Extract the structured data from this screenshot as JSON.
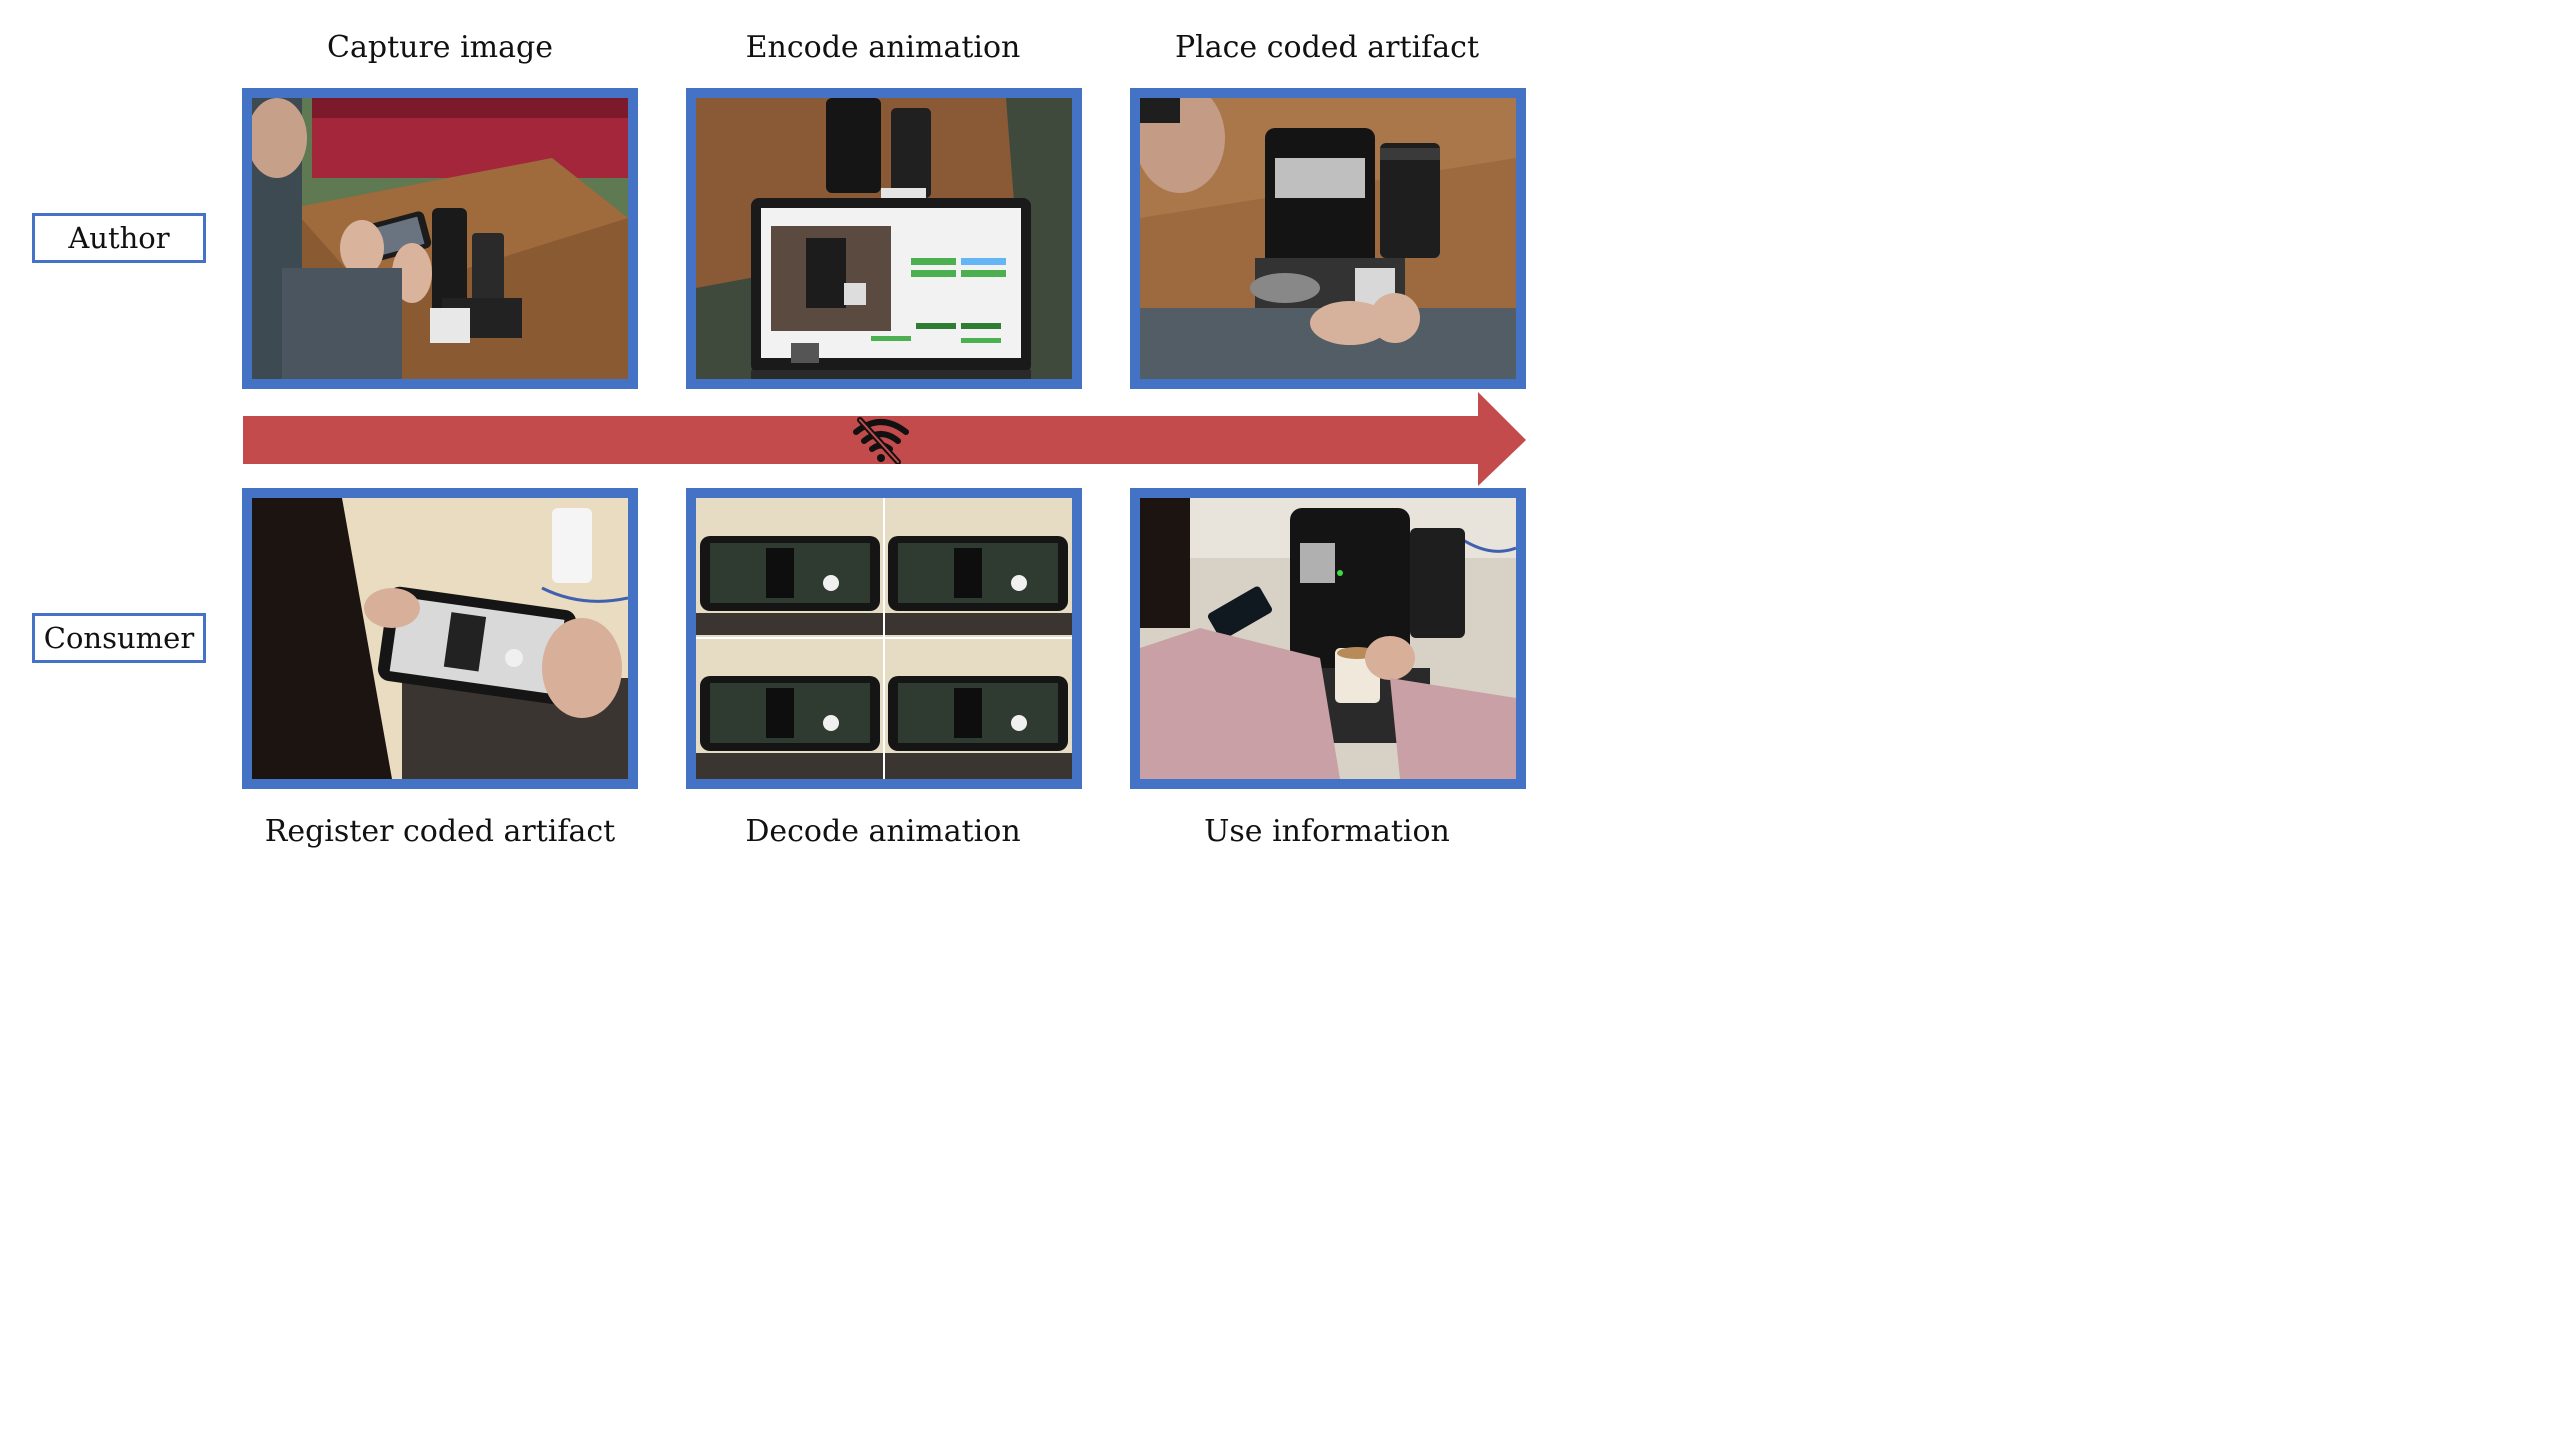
{
  "roles": {
    "author": "Author",
    "consumer": "Consumer"
  },
  "steps_top": {
    "capture": "Capture image",
    "encode": "Encode animation",
    "place": "Place coded artifact"
  },
  "steps_bottom": {
    "register": "Register coded artifact",
    "decode": "Decode animation",
    "use": "Use information"
  },
  "icons": {
    "flow_marker": "no-wifi-icon",
    "flow_arrow": "right-arrow"
  },
  "colors": {
    "frame_border": "#4472c4",
    "arrow_fill": "#c44b4b",
    "role_border": "#4472c4"
  }
}
